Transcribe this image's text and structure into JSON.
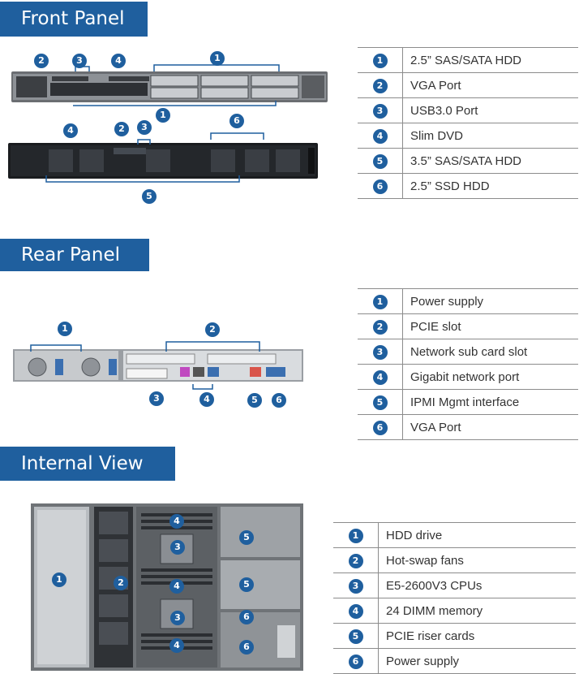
{
  "front": {
    "title": "Front Panel",
    "items": [
      {
        "num": "1",
        "label": "2.5” SAS/SATA HDD"
      },
      {
        "num": "2",
        "label": "VGA Port"
      },
      {
        "num": "3",
        "label": "USB3.0 Port"
      },
      {
        "num": "4",
        "label": "Slim DVD"
      },
      {
        "num": "5",
        "label": "3.5” SAS/SATA  HDD"
      },
      {
        "num": "6",
        "label": "2.5” SSD HDD"
      }
    ]
  },
  "rear": {
    "title": "Rear Panel",
    "items": [
      {
        "num": "1",
        "label": "Power supply"
      },
      {
        "num": "2",
        "label": "PCIE slot"
      },
      {
        "num": "3",
        "label": "Network sub card slot"
      },
      {
        "num": "4",
        "label": "Gigabit network port"
      },
      {
        "num": "5",
        "label": "IPMI Mgmt interface"
      },
      {
        "num": "6",
        "label": "VGA Port"
      }
    ]
  },
  "internal": {
    "title": "Internal View",
    "items": [
      {
        "num": "1",
        "label": "HDD drive"
      },
      {
        "num": "2",
        "label": "Hot-swap fans"
      },
      {
        "num": "3",
        "label": "E5-2600V3 CPUs"
      },
      {
        "num": "4",
        "label": "24 DIMM memory"
      },
      {
        "num": "5",
        "label": "PCIE riser cards"
      },
      {
        "num": "6",
        "label": "Power supply"
      }
    ]
  },
  "colors": {
    "accent": "#1f5f9e"
  }
}
